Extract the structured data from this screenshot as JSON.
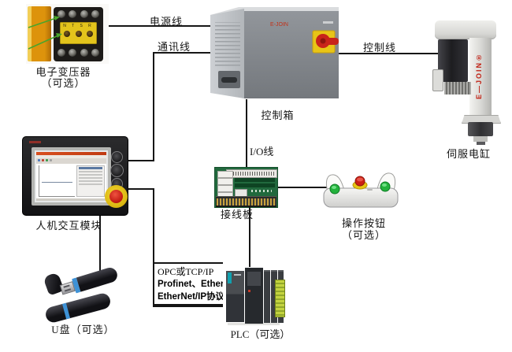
{
  "connections": {
    "power_line": "电源线",
    "comm_line": "通讯线",
    "control_line": "控制线",
    "io_line": "I/O线"
  },
  "protocol_box": {
    "line1": "OPC或TCP/IP",
    "line2": "Profinet、EtherCAT",
    "line3": "EtherNet/IP协议"
  },
  "components": {
    "transformer": {
      "name": "电子变压器",
      "optional": "（可选）",
      "panel_text": "N T S R"
    },
    "control_box": {
      "name": "控制箱",
      "brand": "E-JOIN"
    },
    "servo": {
      "name": "伺服电缸",
      "brand": "E—JOIN®"
    },
    "hmi": {
      "name": "人机交互模块"
    },
    "terminal_board": {
      "name": "接线板"
    },
    "buttons": {
      "name": "操作按钮",
      "optional": "（可选）"
    },
    "usb": {
      "name": "U盘（可选）"
    },
    "plc": {
      "name": "PLC（可选）"
    }
  },
  "colors": {
    "line": "#161616",
    "accent_red": "#c8241a",
    "estop_yellow": "#e3c41c",
    "button_green": "#23b23c",
    "pcb_green": "#21693d",
    "transformer_orange": "#dd930c",
    "usb_blue": "#3e92d6",
    "plc_teal": "#11a1b0"
  }
}
